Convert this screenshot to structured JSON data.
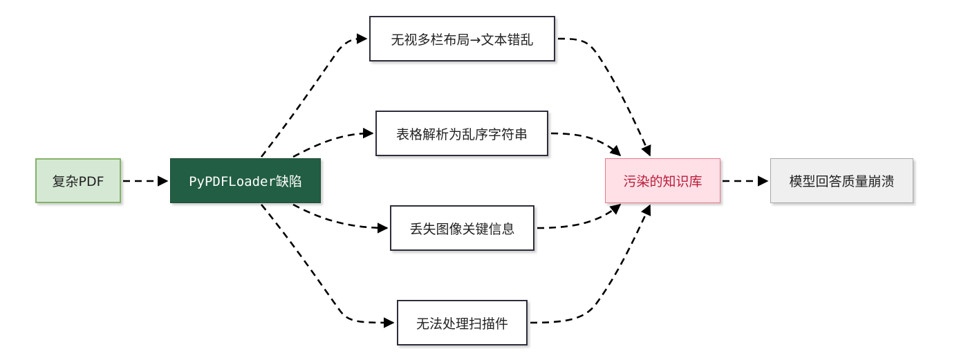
{
  "diagram": {
    "nodes": {
      "source": "复杂PDF",
      "loader": "PyPDFLoader缺陷",
      "issues": [
        "无视多栏布局→文本错乱",
        "表格解析为乱序字符串",
        "丢失图像关键信息",
        "无法处理扫描件"
      ],
      "polluted": "污染的知识库",
      "result": "模型回答质量崩溃"
    },
    "colors": {
      "source_fill": "#d5e8d4",
      "source_border": "#82b366",
      "loader_fill": "#225e43",
      "polluted_fill": "#ffe0e6",
      "polluted_border": "#e8788a",
      "result_fill": "#efefef",
      "issue_border": "#2d2d3a",
      "edge": "#000000"
    },
    "edge_style": "dashed-arrow"
  }
}
